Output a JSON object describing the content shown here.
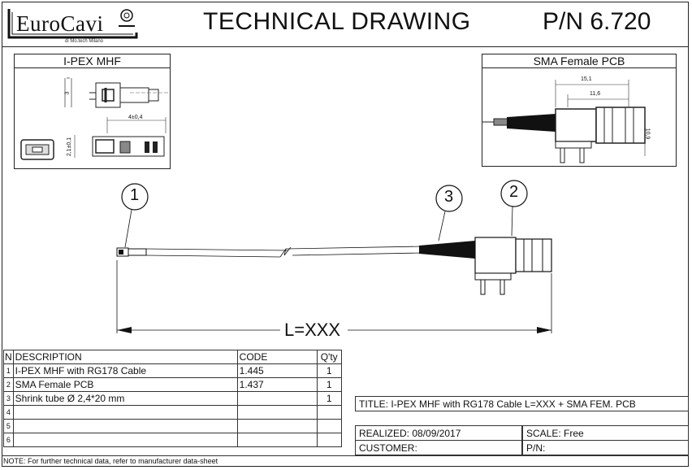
{
  "header": {
    "logo": "EuroCavi",
    "logo_sub": "di Mo.tech Milano",
    "title": "TECHNICAL DRAWING",
    "part_number": "P/N 6.720"
  },
  "panels": {
    "left": {
      "title": "I-PEX MHF",
      "dims": [
        "3",
        "4±0,4",
        "2,1±0,1"
      ]
    },
    "right": {
      "title": "SMA Female PCB",
      "dims": [
        "15,1",
        "11,6",
        "10,9"
      ]
    }
  },
  "callouts": [
    "1",
    "2",
    "3"
  ],
  "length_label": "L=XXX",
  "bom": {
    "headers": {
      "n": "N",
      "description": "DESCRIPTION",
      "code": "CODE",
      "qty": "Q'ty"
    },
    "rows": [
      {
        "n": "1",
        "description": "I-PEX MHF with RG178 Cable",
        "code": "1.445",
        "qty": "1"
      },
      {
        "n": "2",
        "description": "SMA Female PCB",
        "code": "1.437",
        "qty": "1"
      },
      {
        "n": "3",
        "description": "Shrink tube Ø 2,4*20 mm",
        "code": "",
        "qty": "1"
      },
      {
        "n": "4",
        "description": "",
        "code": "",
        "qty": ""
      },
      {
        "n": "5",
        "description": "",
        "code": "",
        "qty": ""
      },
      {
        "n": "6",
        "description": "",
        "code": "",
        "qty": ""
      }
    ]
  },
  "info": {
    "title": "TITLE: I-PEX MHF with RG178 Cable L=XXX + SMA FEM. PCB",
    "realized": "REALIZED: 08/09/2017",
    "scale": "SCALE: Free",
    "customer": "CUSTOMER:",
    "pn": "P/N:"
  },
  "note": "NOTE: For further technical data, refer to manufacturer data-sheet"
}
